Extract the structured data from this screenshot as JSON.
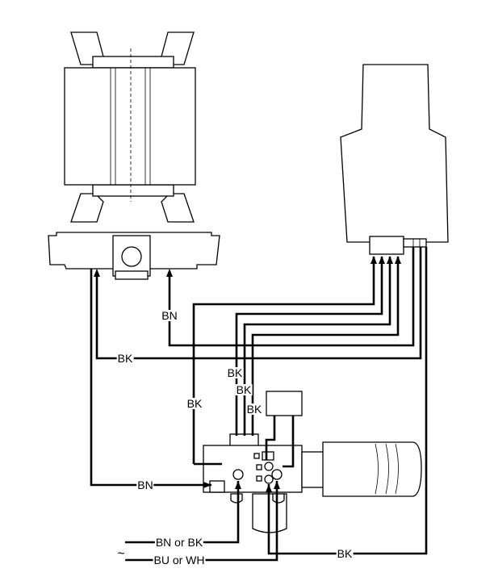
{
  "diagram": {
    "components": [
      "motor",
      "power-head",
      "switch-assembly",
      "capacitor",
      "relay-box"
    ],
    "wire_labels": {
      "bn_motor": "BN",
      "bk_motor": "BK",
      "bk_left": "BK",
      "bk_a": "BK",
      "bk_b": "BK",
      "bk_c": "BK",
      "bn_switch": "BN",
      "supply_1": "BN or BK",
      "supply_2": "BU or WH",
      "bk_bottom": "BK",
      "ac_symbol": "~"
    }
  }
}
